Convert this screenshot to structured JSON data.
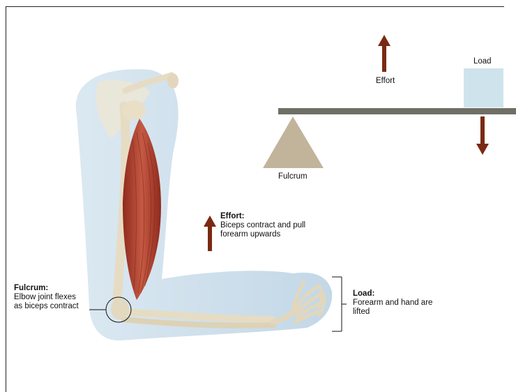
{
  "lever": {
    "effort_label": "Effort",
    "load_label": "Load",
    "fulcrum_label": "Fulcrum"
  },
  "annotations": {
    "effort": {
      "title": "Effort:",
      "line1": "Biceps contract and pull",
      "line2": "forearm upwards"
    },
    "fulcrum": {
      "title": "Fulcrum:",
      "line1": "Elbow joint flexes",
      "line2": "as biceps contract"
    },
    "load": {
      "title": "Load:",
      "line1": "Forearm and hand are",
      "line2": "lifted"
    }
  },
  "colors": {
    "arrow": "#7a2a12",
    "beam": "#6f6f66",
    "fulcrum": "#c2b49a",
    "load_box": "#cfe3ec",
    "muscle": "#b5402c",
    "bone": "#e6dcc4",
    "skin": "#cfe0ec"
  }
}
